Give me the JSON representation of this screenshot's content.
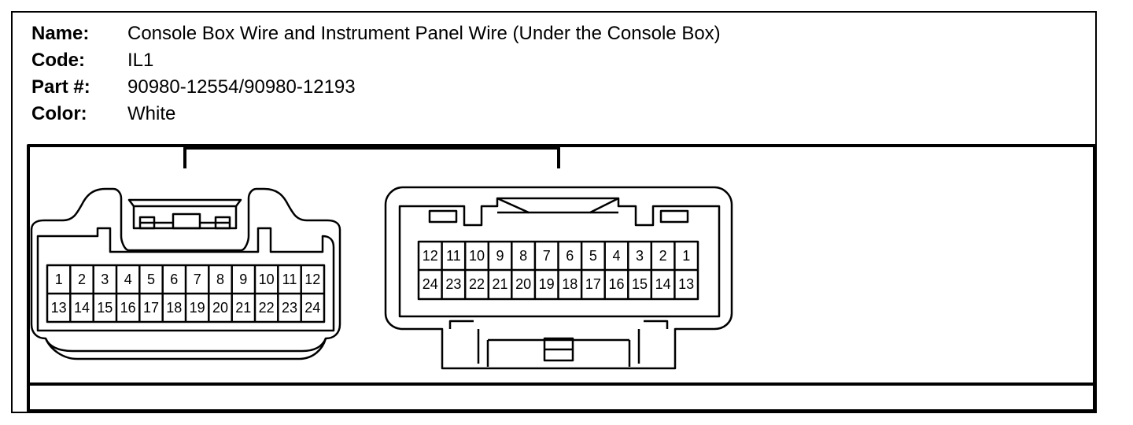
{
  "info": {
    "name_label": "Name:",
    "name_value": "Console Box Wire and Instrument Panel Wire (Under the Console Box)",
    "code_label": "Code:",
    "code_value": "IL1",
    "part_label": "Part #:",
    "part_value": "90980-12554/90980-12193",
    "color_label": "Color:",
    "color_value": "White"
  },
  "connector_left": {
    "row1": [
      "1",
      "2",
      "3",
      "4",
      "5",
      "6",
      "7",
      "8",
      "9",
      "10",
      "11",
      "12"
    ],
    "row2": [
      "13",
      "14",
      "15",
      "16",
      "17",
      "18",
      "19",
      "20",
      "21",
      "22",
      "23",
      "24"
    ]
  },
  "connector_right": {
    "row1": [
      "12",
      "11",
      "10",
      "9",
      "8",
      "7",
      "6",
      "5",
      "4",
      "3",
      "2",
      "1"
    ],
    "row2": [
      "24",
      "23",
      "22",
      "21",
      "20",
      "19",
      "18",
      "17",
      "16",
      "15",
      "14",
      "13"
    ]
  }
}
